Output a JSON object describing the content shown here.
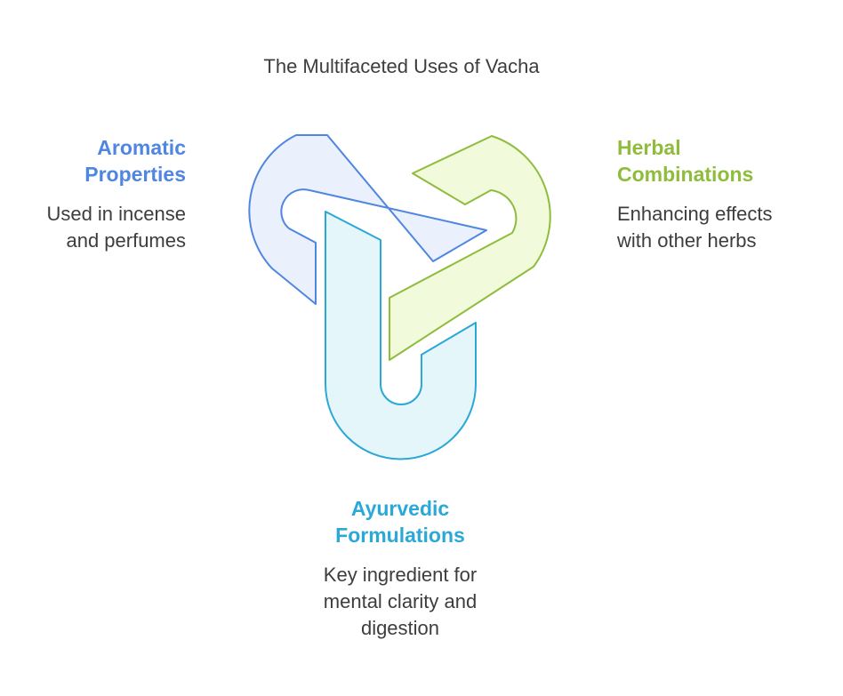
{
  "title": "The Multifaceted Uses of Vacha",
  "colors": {
    "aromatic_stroke": "#4f86e0",
    "aromatic_fill": "#ebf1fc",
    "herbal_stroke": "#8fbc3c",
    "herbal_fill": "#f1fbdc",
    "ayurvedic_stroke": "#2aa8d6",
    "ayurvedic_fill": "#e5f6fb",
    "text": "#3d3d3d"
  },
  "sections": {
    "aromatic": {
      "heading": [
        "Aromatic",
        "Properties"
      ],
      "description": [
        "Used in incense",
        "and perfumes"
      ]
    },
    "herbal": {
      "heading": [
        "Herbal",
        "Combinations"
      ],
      "description": [
        "Enhancing effects",
        "with other herbs"
      ]
    },
    "ayurvedic": {
      "heading": [
        "Ayurvedic",
        "Formulations"
      ],
      "description": [
        "Key ingredient for",
        "mental clarity and",
        "digestion"
      ]
    }
  }
}
